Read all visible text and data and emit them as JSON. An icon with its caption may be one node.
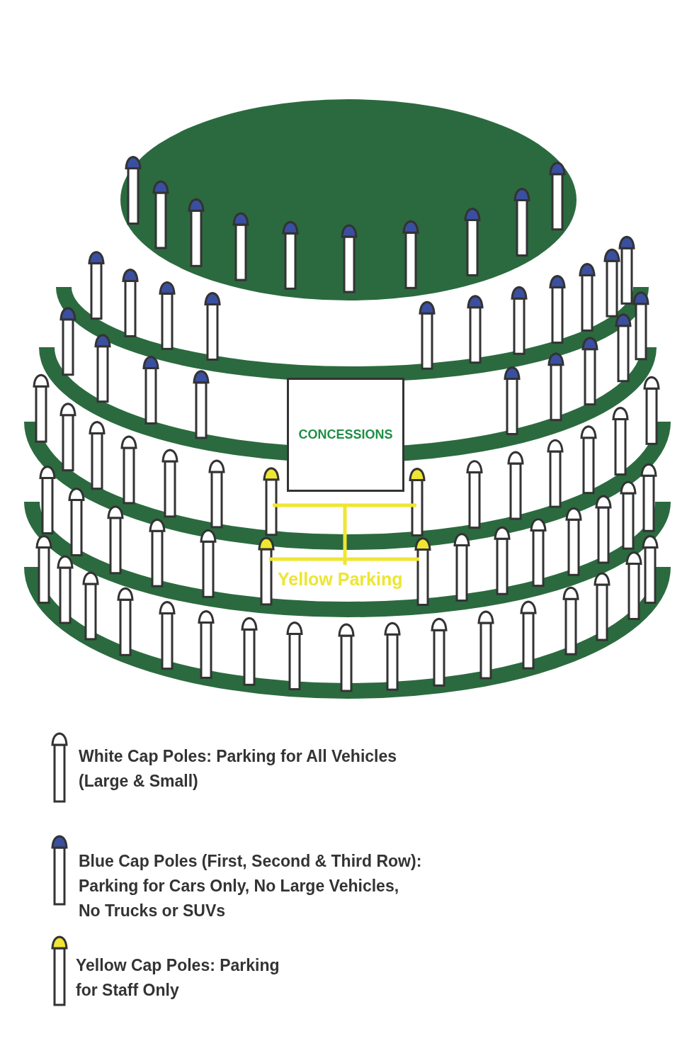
{
  "diagram": {
    "nodes": [
      {
        "text": [
          "CONCESSIONS"
        ]
      }
    ],
    "labels": [
      "Yellow Parking"
    ],
    "legend": [
      {
        "text": "White Cap Poles: Parking for All Vehicles (Large & Small)"
      },
      {
        "text": "Blue Cap Poles (First, Second & Third Row): Parking for Cars Only, No Large Vehicles, No Trucks or SUVs"
      },
      {
        "text": "Yellow Cap Poles: Parking for Staff Only"
      }
    ]
  }
}
